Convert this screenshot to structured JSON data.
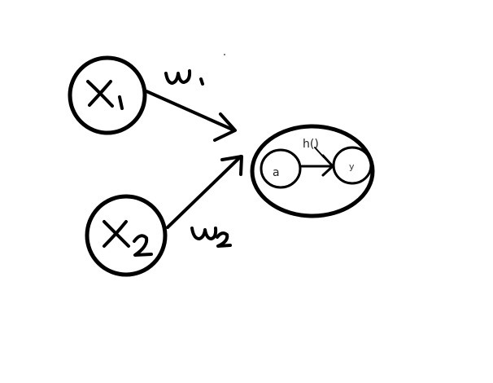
{
  "diagram": {
    "inputs": [
      {
        "id": "x1",
        "label": "X1"
      },
      {
        "id": "x2",
        "label": "X2"
      }
    ],
    "weights": [
      {
        "id": "w1",
        "label": "w1"
      },
      {
        "id": "w2",
        "label": "w2"
      }
    ],
    "neuron": {
      "inner_nodes": [
        {
          "id": "a",
          "label": "a"
        },
        {
          "id": "y",
          "label": "y"
        }
      ],
      "activation": {
        "label": "h()"
      }
    },
    "colors": {
      "stroke": "#000000",
      "background": "#ffffff",
      "inner_text": "#333333"
    }
  }
}
